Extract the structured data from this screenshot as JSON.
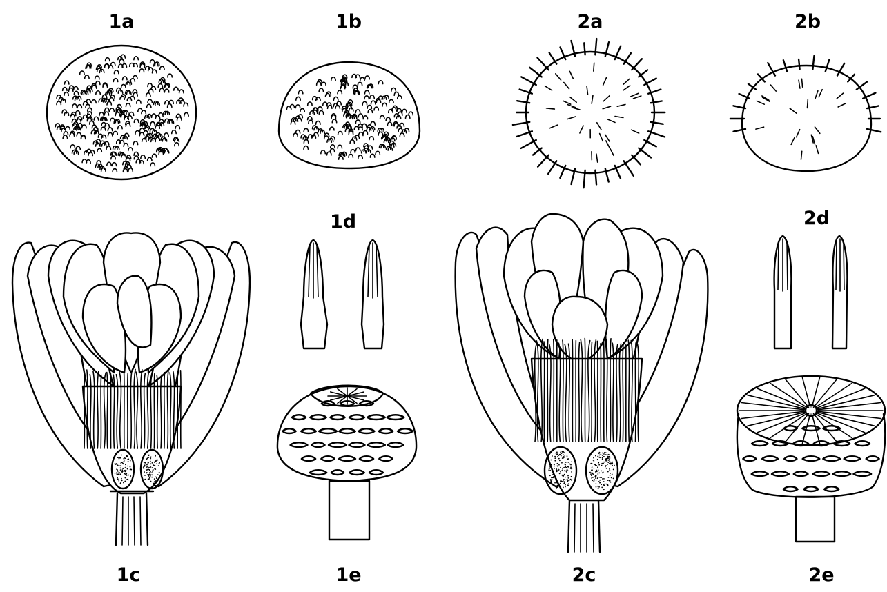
{
  "figure": {
    "labels": {
      "1a": "1a",
      "1b": "1b",
      "1c": "1c",
      "1d": "1d",
      "1e": "1e",
      "2a": "2a",
      "2b": "2b",
      "2c": "2c",
      "2d": "2d",
      "2e": "2e"
    }
  }
}
